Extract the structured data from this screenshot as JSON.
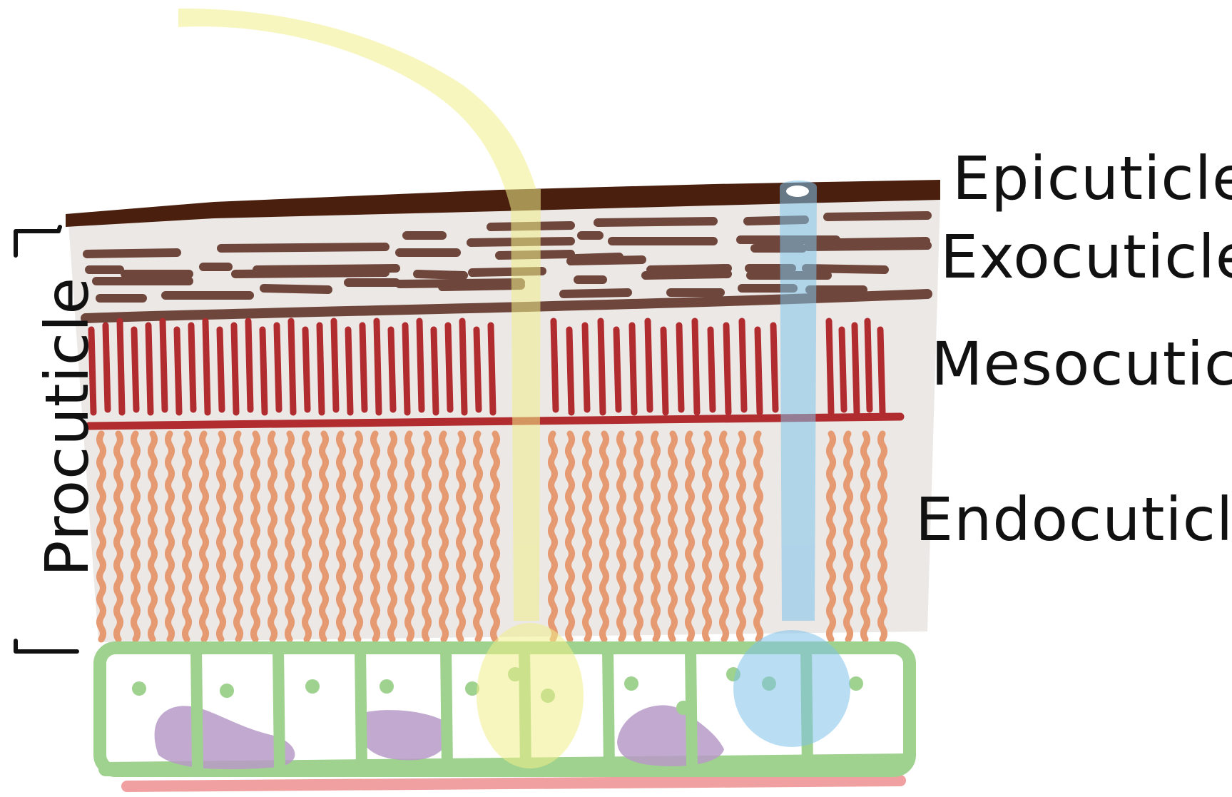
{
  "labels": {
    "epicuticle": "Epicuticle",
    "exocuticle": "Exocuticle",
    "mesocuticle": "Mesocuticle",
    "endocuticle": "Endocuticle",
    "procuticle": "Procuticle"
  },
  "colors": {
    "background_layer": "#ece8e6",
    "epicuticle": "#4a1f0e",
    "exocuticle_fibers": "#6e463b",
    "mesocuticle_fibers": "#b02c2e",
    "endocuticle_fibers": "#e59a72",
    "epidermis_cells": "#9fd18f",
    "basement_membrane": "#f0a0a0",
    "gland_cell": "#b79ac7",
    "sensory_hair_duct": "#f1ef8a",
    "pore_canal": "#7fc3ea",
    "label_text": "#111111"
  }
}
